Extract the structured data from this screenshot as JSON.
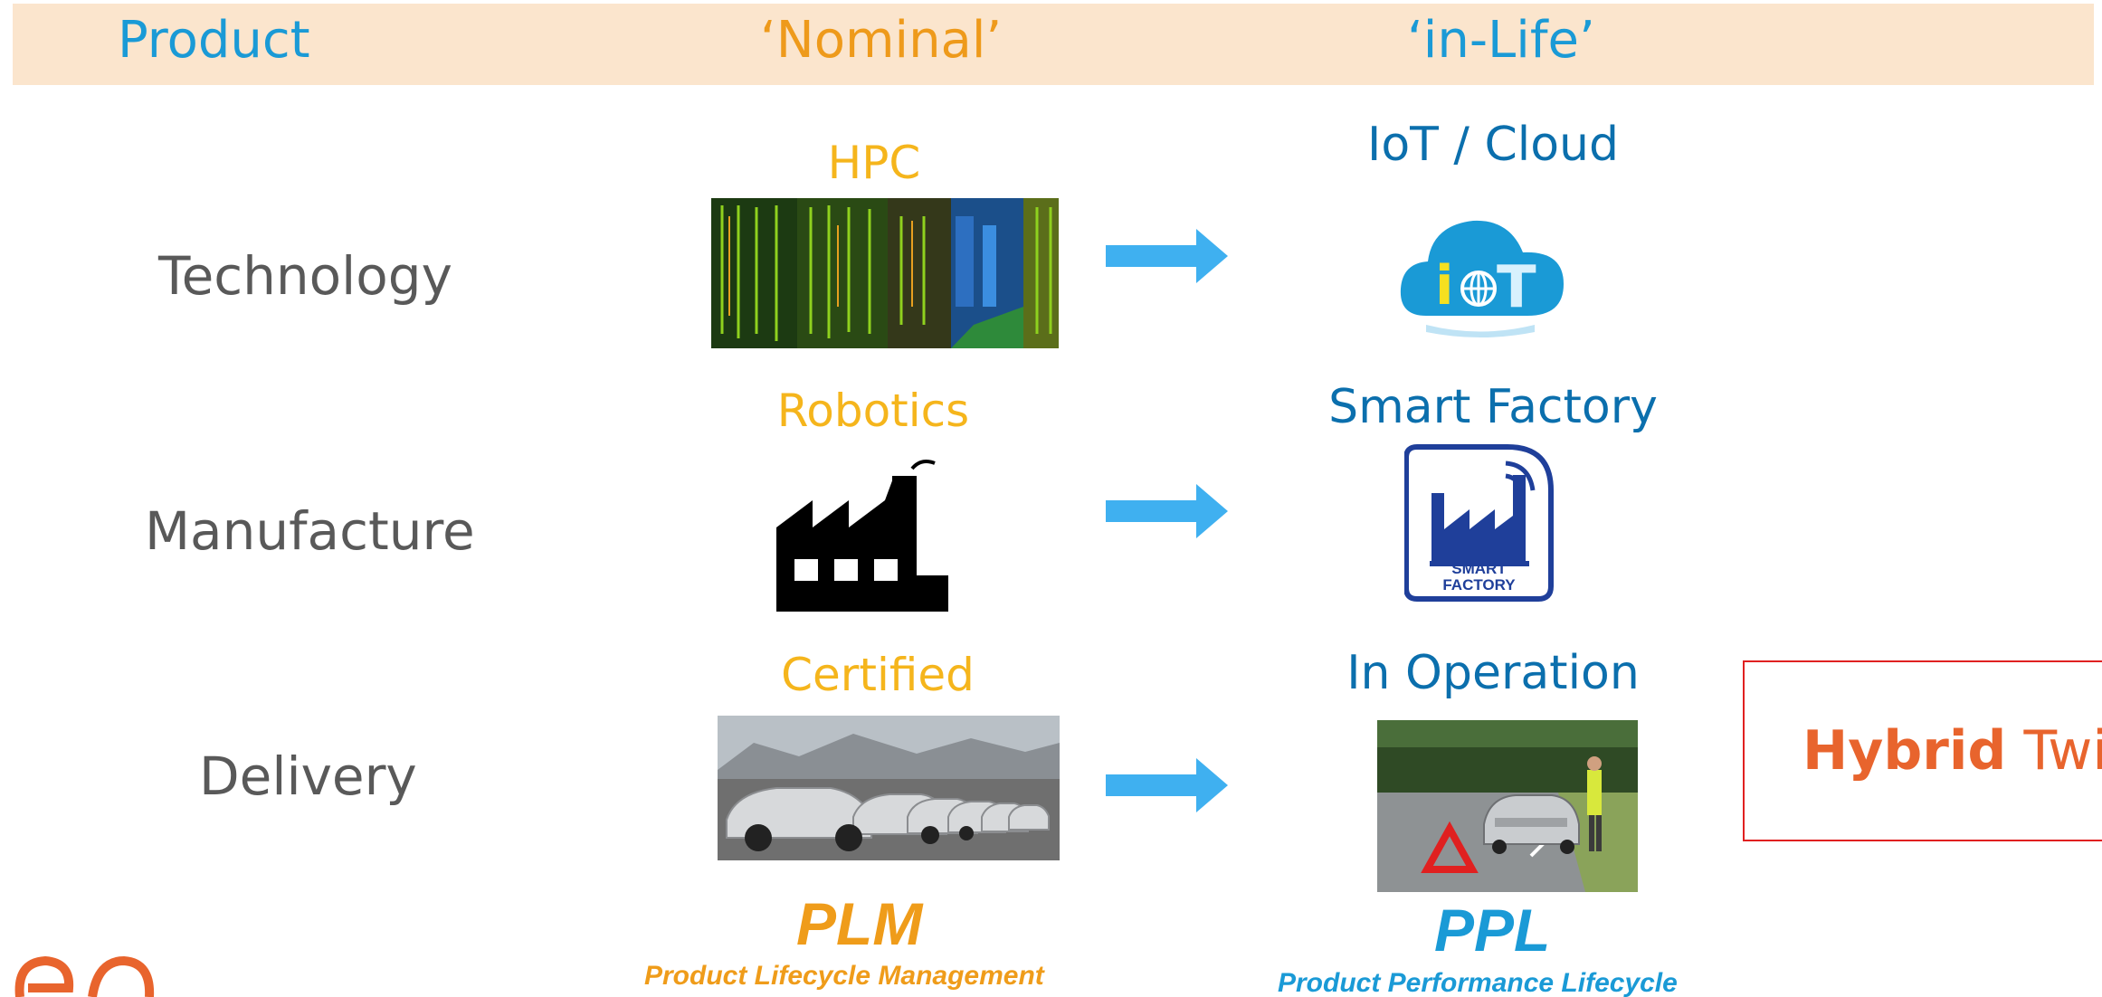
{
  "header": {
    "product": "Product",
    "nominal": "‘Nominal’",
    "in_life": "‘in-Life’"
  },
  "rows": {
    "technology": "Technology",
    "manufacture": "Manufacture",
    "delivery": "Delivery"
  },
  "nominal": {
    "hpc": "HPC",
    "robotics": "Robotics",
    "certified": "Certified"
  },
  "in_life": {
    "iot": "IoT / Cloud",
    "smart_factory": "Smart Factory",
    "operation": "In Operation"
  },
  "icons": {
    "iot_cloud_letters": "i◎T",
    "smart_factory_caption_1": "SMART",
    "smart_factory_caption_2": "FACTORY"
  },
  "plm": {
    "acronym": "PLM",
    "full": "Product Lifecycle Management"
  },
  "ppl": {
    "acronym": "PPL",
    "full": "Product Performance Lifecycle"
  },
  "hybrid_twin": {
    "word1": "Hybrid",
    "word2": "Twin"
  },
  "colors": {
    "header_band": "#fbe5cd",
    "blue": "#1a9ad6",
    "orange": "#ef9c1a",
    "yellow": "#f5b51c",
    "arrow": "#3fb0f0",
    "red_border": "#e02020"
  }
}
